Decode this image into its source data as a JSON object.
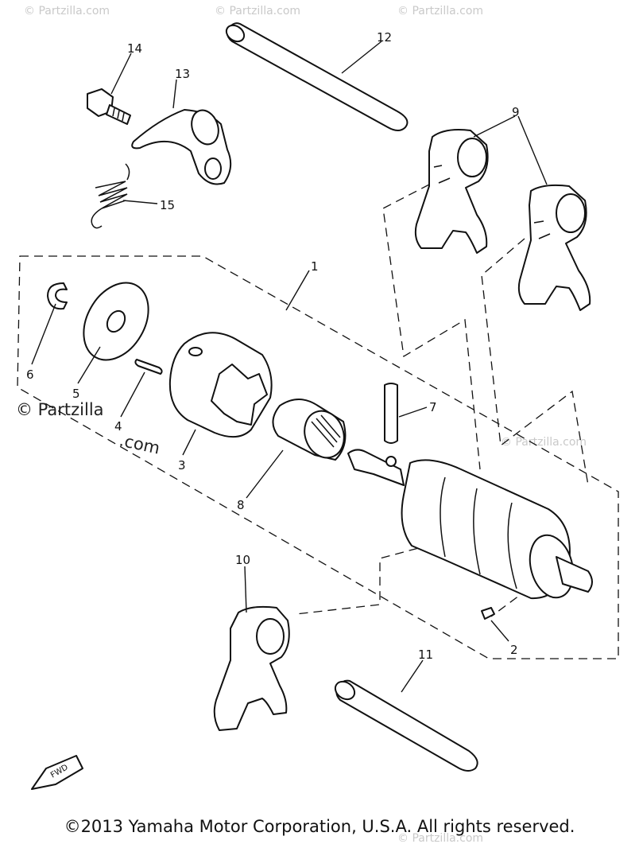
{
  "callouts": {
    "n1": "1",
    "n2": "2",
    "n3": "3",
    "n4": "4",
    "n5": "5",
    "n6": "6",
    "n7": "7",
    "n8": "8",
    "n9": "9",
    "n10": "10",
    "n11": "11",
    "n12": "12",
    "n13": "13",
    "n14": "14",
    "n15": "15"
  },
  "watermarks": {
    "small": "© Partzilla.com",
    "large_a": "© Partzilla",
    "large_b": ".com"
  },
  "fwd_label": "FWD",
  "footer": {
    "copyright": "©2013 Yamaha Motor Corporation, U.S.A. All rights reserved."
  }
}
